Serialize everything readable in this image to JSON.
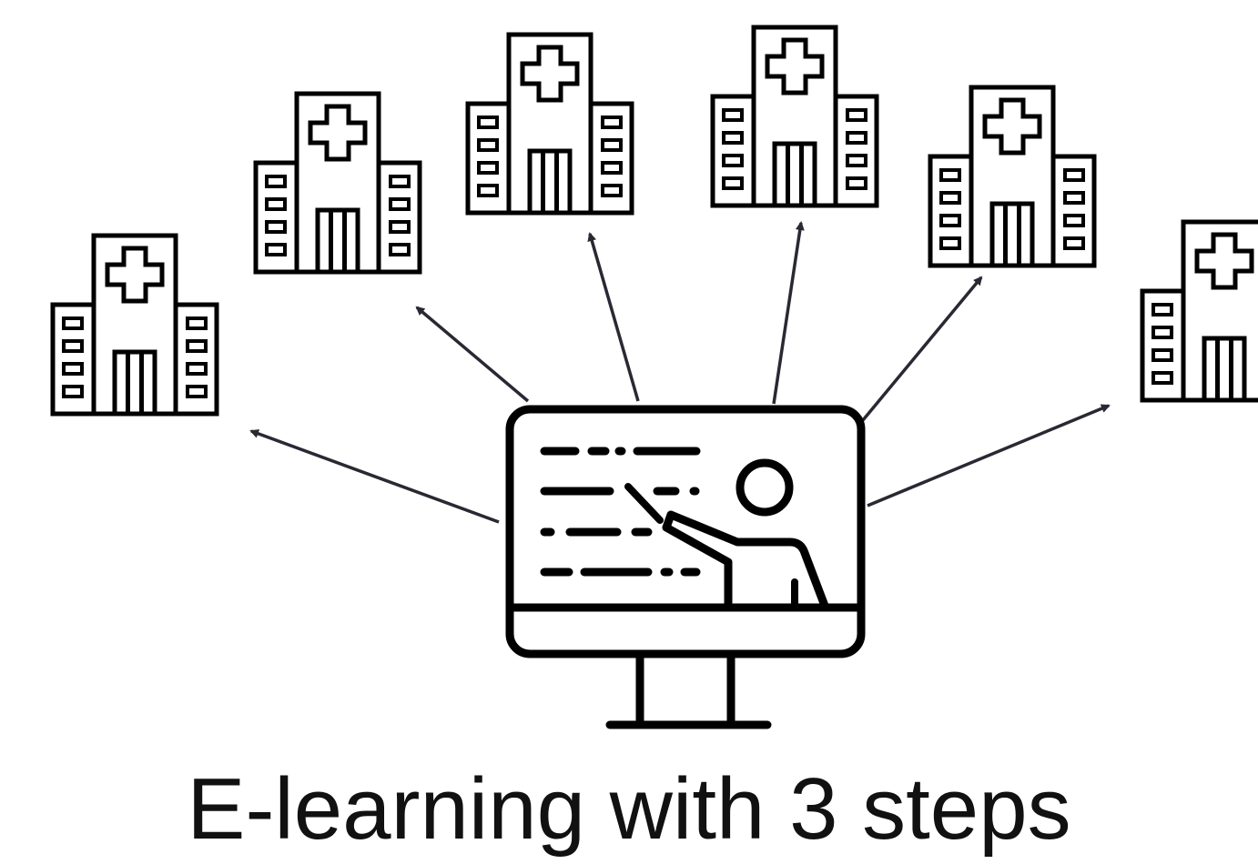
{
  "caption": "E-learning with 3 steps",
  "colors": {
    "stroke": "#000000",
    "arrow": "#2a2833",
    "background": "#ffffff"
  },
  "icons": {
    "center": "teacher-presentation-monitor-icon",
    "targets": "hospital-icon"
  },
  "hospital_count": 6,
  "arrow_count": 6
}
